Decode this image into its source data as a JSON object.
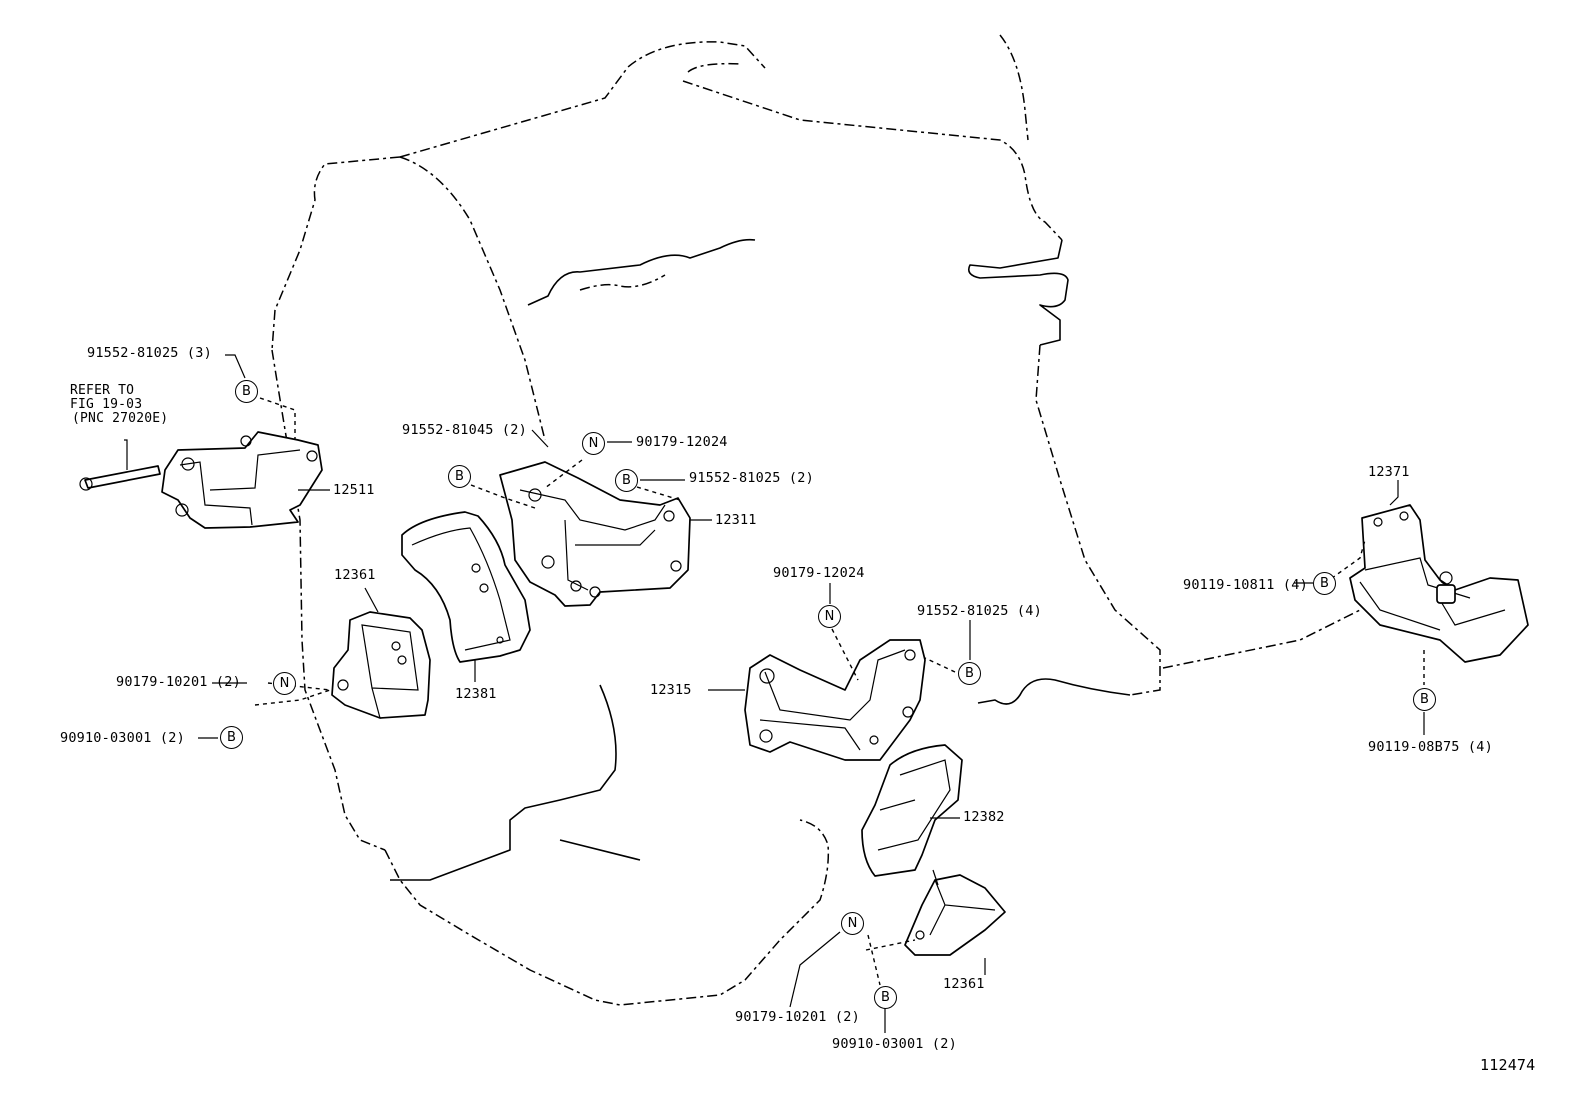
{
  "diagram_id": "112474",
  "reference_note": {
    "line1": "REFER TO",
    "line2": "FIG 19-03",
    "line3": "(PNC 27020E)"
  },
  "callout_symbols": {
    "bolt": "B",
    "nut": "N"
  },
  "part_numbers": {
    "p12511": "12511",
    "p12311": "12311",
    "p12361_left": "12361",
    "p12381": "12381",
    "p12315": "12315",
    "p12382": "12382",
    "p12361_right": "12361",
    "p12371": "12371"
  },
  "fasteners": {
    "f91552_81025_3": "91552-81025 (3)",
    "f91552_81045_2": "91552-81045 (2)",
    "f90179_12024_top": "90179-12024",
    "f91552_81025_2": "91552-81025 (2)",
    "f90179_12024_mid": "90179-12024",
    "f91552_81025_4": "91552-81025 (4)",
    "f90179_10201_left": "90179-10201 (2)",
    "f90910_03001_left": "90910-03001 (2)",
    "f90119_10811_4": "90119-10811 (4)",
    "f90119_08875_4": "90119-08B75 (4)",
    "f90179_10201_bottom": "90179-10201 (2)",
    "f90910_03001_bottom": "90910-03001 (2)"
  }
}
